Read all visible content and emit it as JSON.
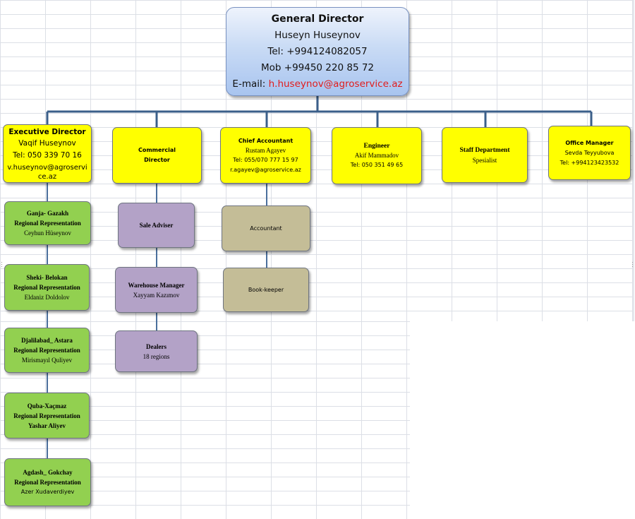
{
  "general_director": {
    "title": "General Director",
    "name": "Huseyn Huseynov",
    "tel": "Tel: +994124082057",
    "mob": "Mob +99450 220 85 72",
    "email_label": "E-mail: ",
    "email": "h.huseynov@agroservice.az"
  },
  "executive_director": {
    "title": "Executive Director",
    "name": "Vaqif Huseynov",
    "tel": "Tel: 050 339 70 16",
    "email_l1": "v.huseynov@agroservi",
    "email_l2": "ce.az"
  },
  "commercial_director": {
    "line1": "Commercial",
    "line2": "Director"
  },
  "chief_accountant": {
    "title": "Chief Accountant",
    "name": "Rustam Agayev",
    "tel": "Tel: 055/070 777 15 97",
    "email": "r.agayev@agroservice.az"
  },
  "engineer": {
    "title": "Engineer",
    "name": "Akif Mammadov",
    "tel": "Tel: 050 351 49 65"
  },
  "staff_department": {
    "title": "Staff Department",
    "sub": "Spesialist"
  },
  "office_manager": {
    "title": "Office Manager",
    "name": "Sevda Teyyubova",
    "tel": "Tel: +994123423532"
  },
  "regional": [
    {
      "region": "Ganja- Gazakh",
      "label": "Regional Representation",
      "name": "Ceyhun Hüseynov"
    },
    {
      "region": "Sheki- Belokan",
      "label": "Regional Representation",
      "name": "Eldaniz Doldolov"
    },
    {
      "region": "Djalilabad_ Astara",
      "label": "Regional Representation",
      "name": "Mirismayıl Quliyev"
    },
    {
      "region": "Quba-Xaçmaz",
      "label": "Regional Representation",
      "name": "Yashar Aliyev"
    },
    {
      "region": "Agdash_ Gokchay",
      "label": "Regional Representation",
      "name": "Azer Xudaverdiyev"
    }
  ],
  "commercial_staff": {
    "sale_adviser": "Sale Adviser",
    "warehouse_title": "Warehouse Manager",
    "warehouse_name": "Xayyam Kazımov",
    "dealers_title": "Dealers",
    "dealers_sub": "18 regions"
  },
  "accounting_staff": {
    "accountant": "Accountant",
    "book_keeper": "Book-keeper"
  },
  "colors": {
    "connector": "#3b5f8a",
    "yellow": "#ffff00",
    "green": "#92d050",
    "purple": "#b3a2c7",
    "tan": "#c4bd97",
    "email_red": "#e11c1c"
  }
}
